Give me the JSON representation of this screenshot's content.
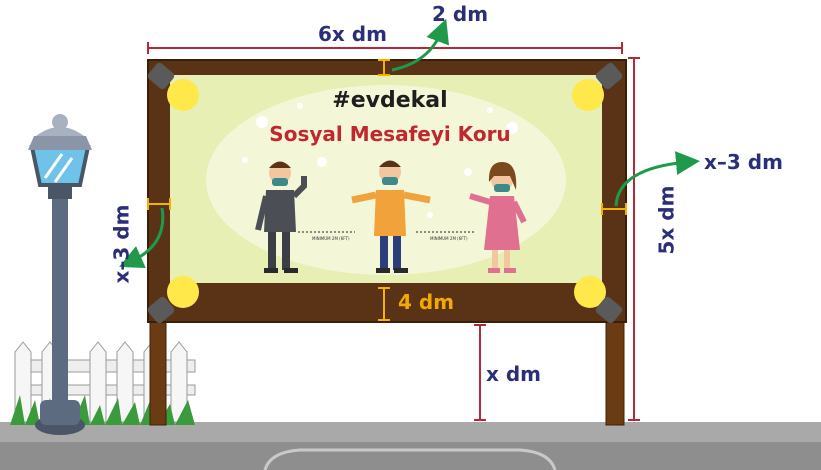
{
  "billboard": {
    "hashtag": "#evdekal",
    "slogan": "Sosyal Mesafeyi Koru",
    "distance_note": "MINIMUM 2M (6FT)"
  },
  "dimensions": {
    "width": "6x dm",
    "top_margin": "2 dm",
    "right_margin": "x–3 dm",
    "left_margin": "x–3 dm",
    "height": "5x dm",
    "bottom_margin": "4 dm",
    "post_height": "x dm"
  },
  "colors": {
    "frame": "#5a3316",
    "poster": "#e7efb4",
    "dimension_line": "#b22a35",
    "arrow": "#1f9a4a",
    "label": "#2b2f78",
    "margin_marker": "#f2b300",
    "slogan": "#c0282d"
  }
}
